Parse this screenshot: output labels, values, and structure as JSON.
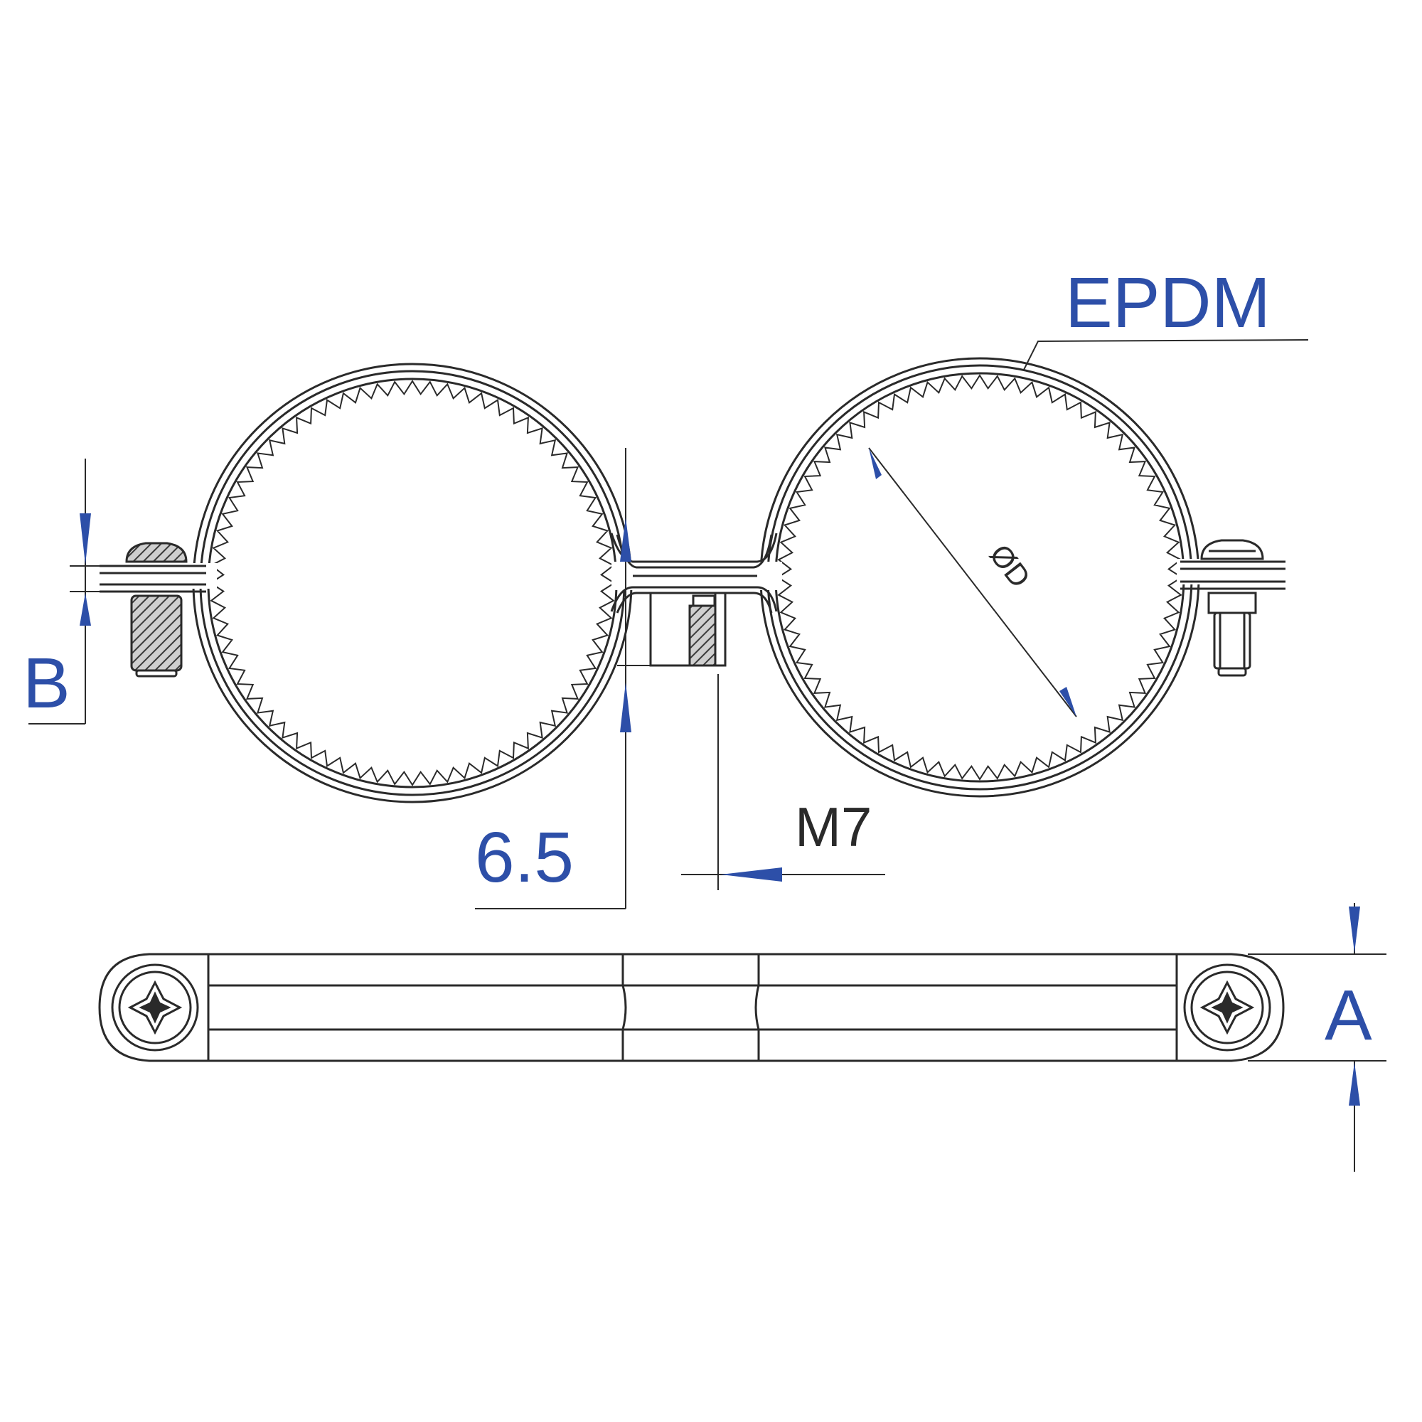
{
  "labels": {
    "material": "EPDM",
    "diameter": "ØD",
    "spacing": "6.5",
    "thread": "M7",
    "height_a": "A",
    "height_b": "B"
  },
  "colors": {
    "line": "#2a2a2a",
    "dimension": "#2d4fa8",
    "background": "#ffffff",
    "hatch": "#3a3a3a"
  },
  "icons": {
    "screw": "phillips-screw-head-icon",
    "arrow": "dimension-arrow-icon"
  }
}
